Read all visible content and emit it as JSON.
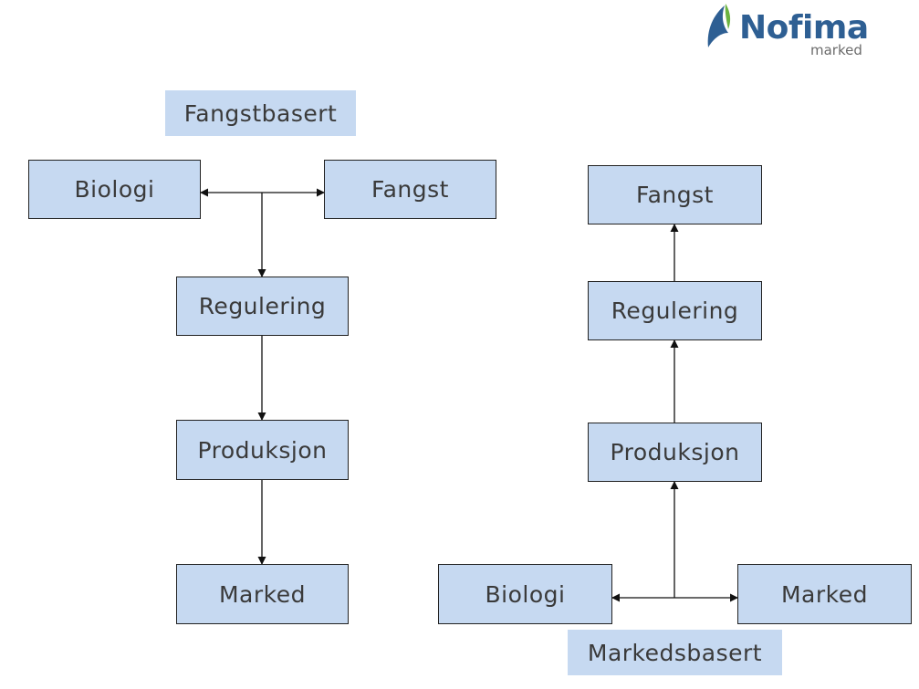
{
  "logo": {
    "name": "Nofima",
    "subtitle": "marked"
  },
  "left_diagram": {
    "label": "Fangstbasert",
    "boxes": {
      "biologi": "Biologi",
      "fangst": "Fangst",
      "regulering": "Regulering",
      "produksjon": "Produksjon",
      "marked": "Marked"
    }
  },
  "right_diagram": {
    "label": "Markedsbasert",
    "boxes": {
      "fangst": "Fangst",
      "regulering": "Regulering",
      "produksjon": "Produksjon",
      "biologi": "Biologi",
      "marked": "Marked"
    }
  },
  "colors": {
    "box_fill": "#c6d9f1",
    "border": "#222222",
    "logo_blue": "#2e5f93",
    "logo_green": "#6cb33f"
  }
}
